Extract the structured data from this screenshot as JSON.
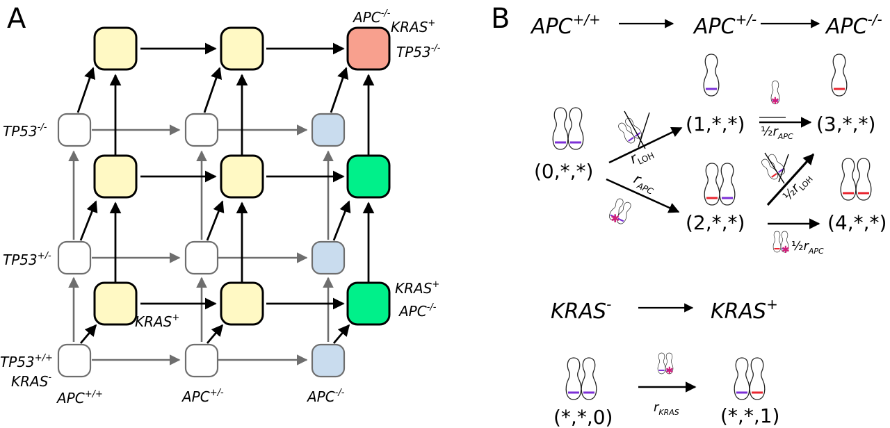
{
  "panels": {
    "a": "A",
    "b": "B"
  },
  "colors": {
    "yellow": "#fff9c4",
    "salmon": "#f8a08e",
    "green": "#00f08a",
    "blue": "#c9dcee",
    "white": "#ffffff",
    "gray_line": "#6e6e6e",
    "purple": "#7b2fd6",
    "red": "#e8252f",
    "mark": "#d0207a"
  },
  "panel_a": {
    "apc_top": {
      "base": "APC",
      "sup": "-/-"
    },
    "kras_top": {
      "base": "KRAS",
      "sup": "+"
    },
    "tp53_top": {
      "base": "TP53",
      "sup": "-/-"
    },
    "tp53_mm": {
      "base": "TP53",
      "sup": "-/-"
    },
    "tp53_pm": {
      "base": "TP53",
      "sup": "+/-"
    },
    "tp53_pp": {
      "base": "TP53",
      "sup": "+/+"
    },
    "kras_minus": {
      "base": "KRAS",
      "sup": "-"
    },
    "kras_plus_mid": {
      "base": "KRAS",
      "sup": "+"
    },
    "kras_plus_right": {
      "base": "KRAS",
      "sup": "+"
    },
    "apc_right": {
      "base": "APC",
      "sup": "-/-"
    },
    "apc_pp": {
      "base": "APC",
      "sup": "+/+"
    },
    "apc_pm": {
      "base": "APC",
      "sup": "+/-"
    },
    "apc_mm": {
      "base": "APC",
      "sup": "-/-"
    }
  },
  "panel_b": {
    "apc_wt": {
      "base": "APC",
      "sup": "+/+"
    },
    "apc_het": {
      "base": "APC",
      "sup": "+/-"
    },
    "apc_hom": {
      "base": "APC",
      "sup": "-/-"
    },
    "states": {
      "s0": "(0,*,*)",
      "s1": "(1,*,*)",
      "s2": "(2,*,*)",
      "s3": "(3,*,*)",
      "s4": "(4,*,*)",
      "k0": "(*,*,0)",
      "k1": "(*,*,1)"
    },
    "r_loh": {
      "base": "r",
      "sub": "LOH"
    },
    "r_apc": {
      "base": "r",
      "sub": "APC"
    },
    "half_r_apc_top": {
      "pre": "½",
      "base": "r",
      "sub": "APC"
    },
    "half_r_loh": {
      "pre": "½",
      "base": "r",
      "sub": "LOH"
    },
    "half_r_apc_bottom": {
      "pre": "½",
      "base": "r",
      "sub": "APC"
    },
    "kras_minus": {
      "base": "KRAS",
      "sup": "-"
    },
    "kras_plus": {
      "base": "KRAS",
      "sup": "+"
    },
    "r_kras": {
      "base": "r",
      "sub": "KRAS"
    }
  }
}
